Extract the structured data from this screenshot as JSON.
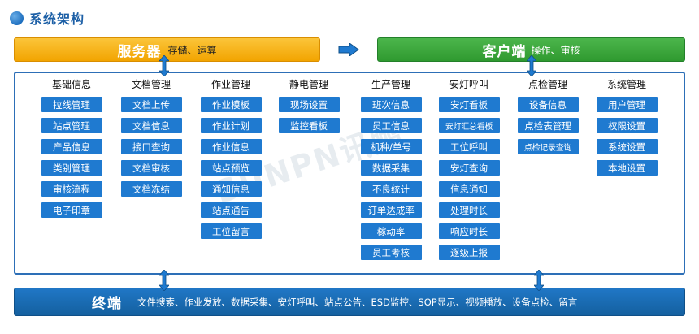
{
  "title": "系统架构",
  "server": {
    "label": "服务器",
    "sub": "存储、运算"
  },
  "client": {
    "label": "客户端",
    "sub": "操作、审核"
  },
  "terminal": {
    "label": "终端",
    "sub": "文件搜索、作业发放、数据采集、安灯呼叫、站点公告、ESD监控、SOP显示、视频播放、设备点检、留言"
  },
  "watermark": "SUNPN讯鹏",
  "colors": {
    "blue": "#1f7ad0",
    "server_orange": "#f2a400",
    "client_green": "#2f9a30",
    "terminal_blue": "#14609f"
  },
  "columns": [
    {
      "head": "基础信息",
      "items": [
        "拉线管理",
        "站点管理",
        "产品信息",
        "类别管理",
        "审核流程",
        "电子印章"
      ]
    },
    {
      "head": "文档管理",
      "items": [
        "文档上传",
        "文档信息",
        "接口查询",
        "文档审核",
        "文档冻结"
      ]
    },
    {
      "head": "作业管理",
      "items": [
        "作业模板",
        "作业计划",
        "作业信息",
        "站点预览",
        "通知信息",
        "站点通告",
        "工位留言"
      ]
    },
    {
      "head": "静电管理",
      "items": [
        "现场设置",
        "监控看板"
      ]
    },
    {
      "head": "生产管理",
      "items": [
        "班次信息",
        "员工信息",
        "机种/单号",
        "数据采集",
        "不良统计",
        "订单达成率",
        "稼动率",
        "员工考核"
      ]
    },
    {
      "head": "安灯呼叫",
      "items": [
        "安灯看板",
        "安灯汇总看板",
        "工位呼叫",
        "安灯查询",
        "信息通知",
        "处理时长",
        "响应时长",
        "逐级上报"
      ]
    },
    {
      "head": "点检管理",
      "items": [
        "设备信息",
        "点检表管理",
        "点检记录查询"
      ]
    },
    {
      "head": "系统管理",
      "items": [
        "用户管理",
        "权限设置",
        "系统设置",
        "本地设置"
      ]
    }
  ]
}
